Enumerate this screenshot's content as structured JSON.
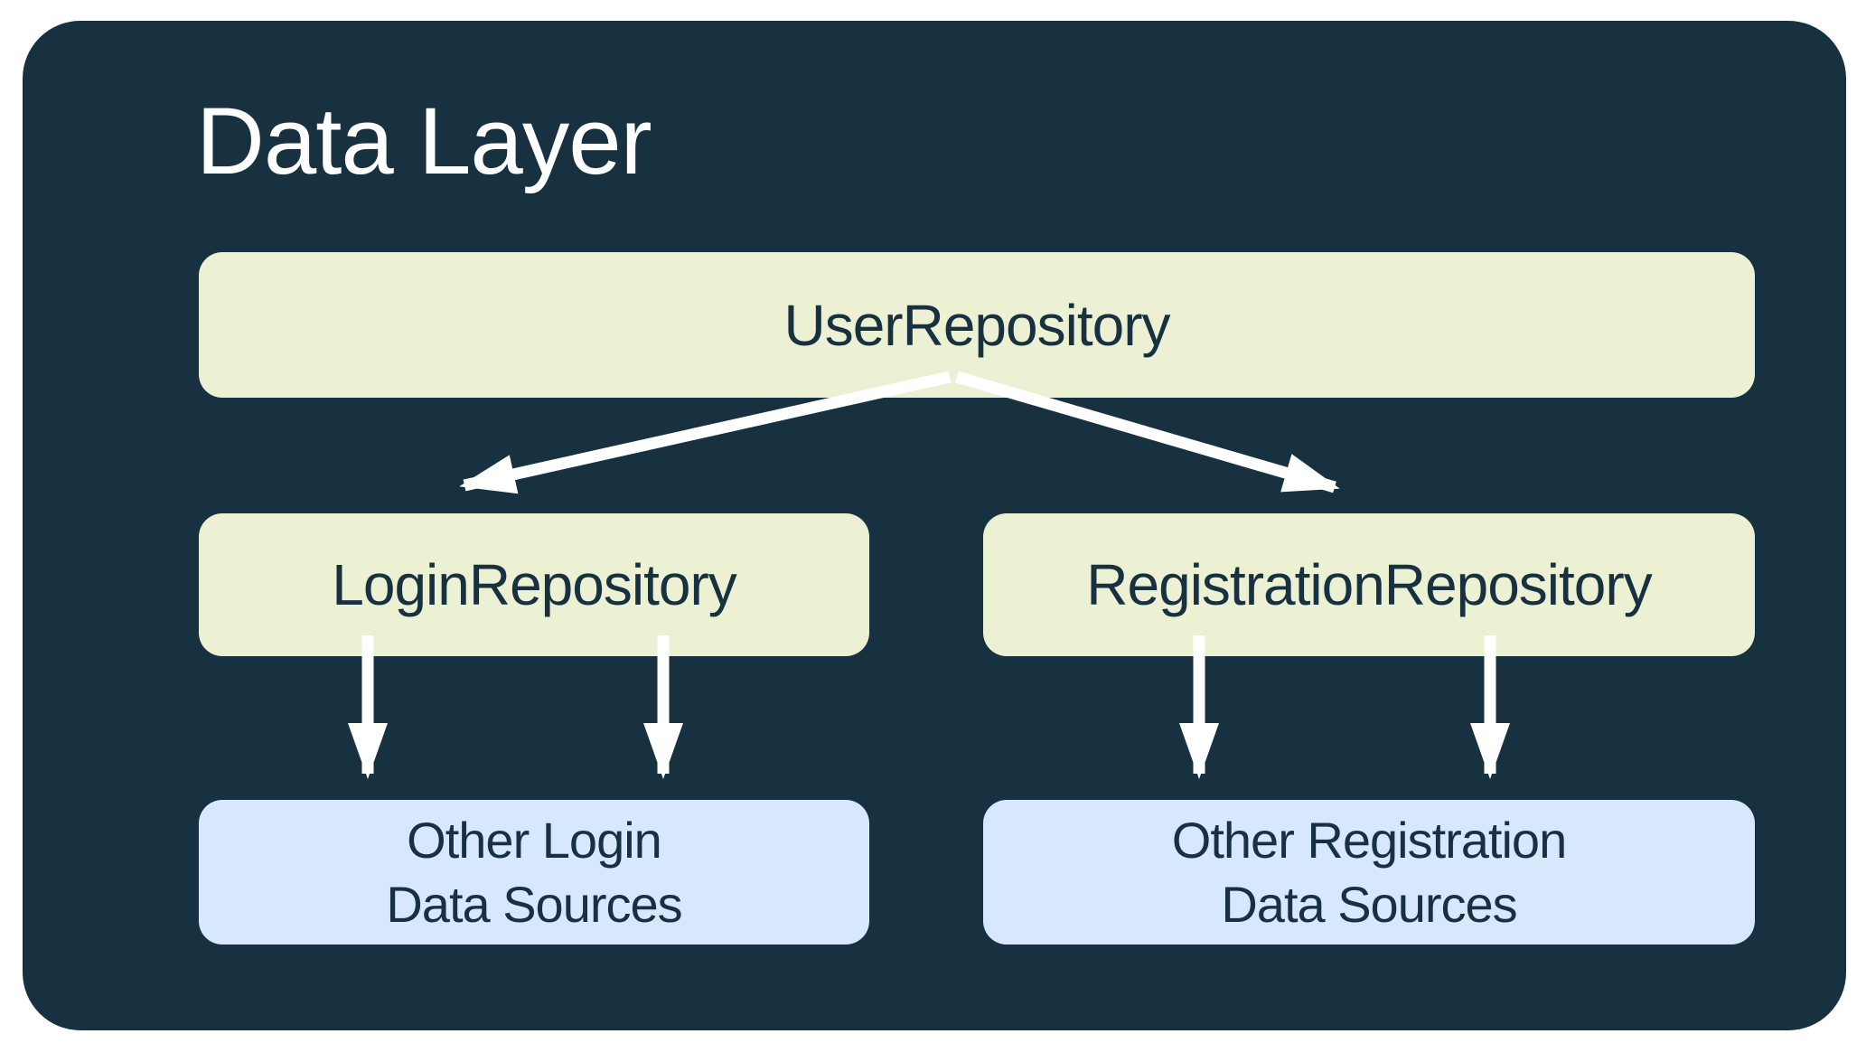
{
  "diagram": {
    "title": "Data Layer",
    "colors": {
      "page_bg": "#ffffff",
      "container": "#173140",
      "repository_fill": "#ebf1d2",
      "data_source_fill": "#d8e8fc",
      "text_dark": "#173140",
      "title_text": "#ffffff",
      "arrow": "#ffffff"
    },
    "nodes": {
      "user_repository": {
        "label": "UserRepository"
      },
      "login_repository": {
        "label": "LoginRepository"
      },
      "registration_repository": {
        "label": "RegistrationRepository"
      },
      "other_login_sources": {
        "line1": "Other Login",
        "line2": "Data Sources"
      },
      "other_registration_sources": {
        "line1": "Other Registration",
        "line2": "Data Sources"
      }
    },
    "edges": [
      {
        "from": "UserRepository",
        "to": "LoginRepository"
      },
      {
        "from": "UserRepository",
        "to": "RegistrationRepository"
      },
      {
        "from": "LoginRepository",
        "to": "Other Login Data Sources",
        "arrows": 2
      },
      {
        "from": "RegistrationRepository",
        "to": "Other Registration Data Sources",
        "arrows": 2
      }
    ]
  }
}
